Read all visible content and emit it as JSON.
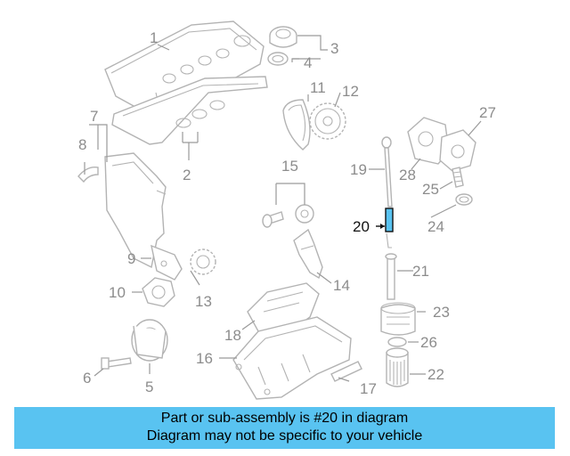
{
  "callouts": {
    "c1": "1",
    "c2": "2",
    "c3": "3",
    "c4": "4",
    "c5": "5",
    "c6": "6",
    "c7": "7",
    "c8": "8",
    "c9": "9",
    "c10": "10",
    "c11": "11",
    "c12": "12",
    "c13": "13",
    "c14": "14",
    "c15": "15",
    "c16": "16",
    "c17": "17",
    "c18": "18",
    "c19": "19",
    "c20": "20",
    "c21": "21",
    "c22": "22",
    "c23": "23",
    "c24": "24",
    "c25": "25",
    "c26": "26",
    "c27": "27",
    "c28": "28"
  },
  "banner": {
    "line1": "Part or sub-assembly is #20 in diagram",
    "line2": "Diagram may not be specific to your vehicle"
  },
  "colors": {
    "highlight": "#59c3f1",
    "part_line": "#b3b3b3",
    "callout_text": "#8c8c8c"
  }
}
